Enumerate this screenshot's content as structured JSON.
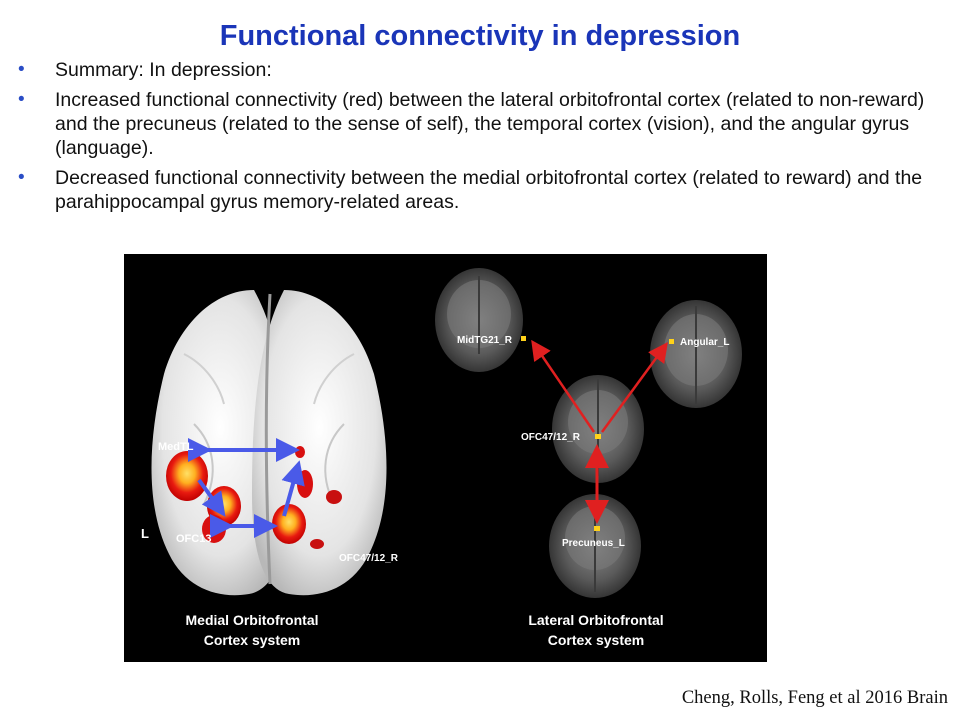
{
  "slide": {
    "title": "Functional connectivity in depression",
    "bullets": [
      {
        "marker": "•",
        "text": "Summary: In depression:"
      },
      {
        "marker": "•",
        "text": "Increased functional connectivity (red) between the lateral orbitofrontal cortex (related to non-reward) and the precuneus (related to the sense of self), the temporal cortex (vision), and the angular gyrus (language)."
      },
      {
        "marker": "•",
        "text": "Decreased functional connectivity between the medial orbitofrontal cortex (related to reward) and the parahippocampal  gyrus memory-related areas."
      }
    ],
    "citation": "Cheng, Rolls, Feng et al 2016 Brain"
  },
  "figure": {
    "left_panel": {
      "labels": {
        "medtl": "MedTL",
        "ofc13": "OFC13",
        "ofc47": "OFC47/12_R",
        "side": "L"
      },
      "caption_line1": "Medial Orbitofrontal",
      "caption_line2": "Cortex system"
    },
    "right_panel": {
      "labels": {
        "midtg": "MidTG21_R",
        "angular": "Angular_L",
        "ofc": "OFC47/12_R",
        "precuneus": "Precuneus_L"
      },
      "caption_line1": "Lateral Orbitofrontal",
      "caption_line2": "Cortex system"
    },
    "colors": {
      "decreased_link": "#4a5ae8",
      "increased_link": "#e02020",
      "activation": "#e01010",
      "activation_core": "#ffd21a"
    }
  }
}
